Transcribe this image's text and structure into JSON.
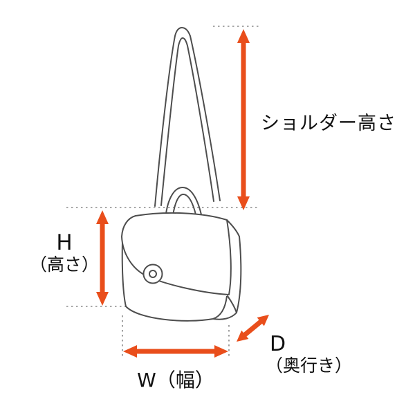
{
  "diagram": {
    "type": "product-dimension-diagram",
    "subject": "shoulder-bag-line-art",
    "labels": {
      "shoulder_height": "ショルダー高さ",
      "height_letter": "H",
      "height_name": "（高さ）",
      "width": "W（幅）",
      "depth_letter": "D",
      "depth_name": "（奥行き）"
    },
    "colors": {
      "arrow": "#E94E1B",
      "line_art": "#4d4d4d",
      "dotted_line": "#8a8a8a",
      "text": "#111111",
      "background": "#ffffff"
    }
  }
}
